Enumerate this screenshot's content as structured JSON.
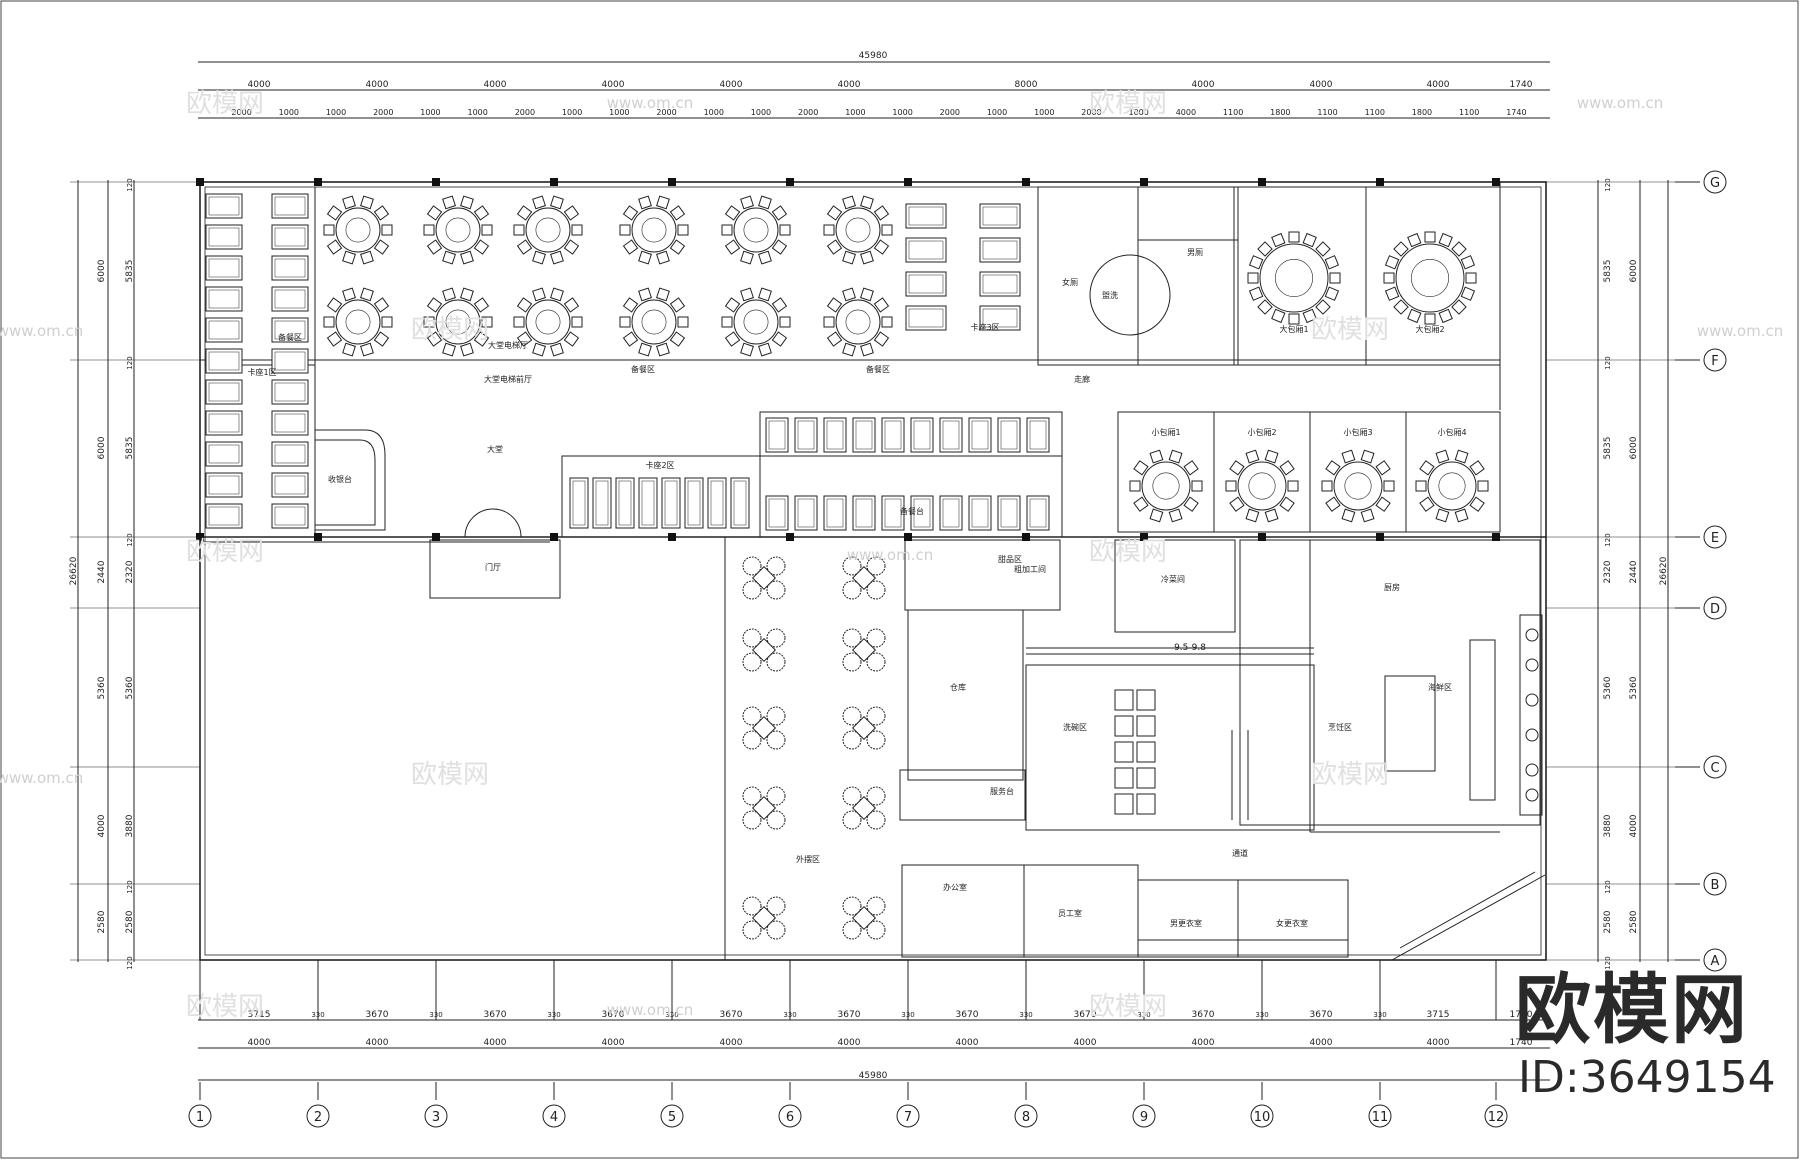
{
  "dimensions": {
    "total": "45980",
    "top_bays": [
      "4000",
      "4000",
      "4000",
      "4000",
      "4000",
      "4000",
      "8000",
      "4000",
      "4000",
      "4000",
      "1740"
    ],
    "top_sub": [
      "2000",
      "1000",
      "1000",
      "2000",
      "1000",
      "1000",
      "2000",
      "1000",
      "1000",
      "2000",
      "1000",
      "1000",
      "2000",
      "1000",
      "1000",
      "2000",
      "1000",
      "1000",
      "2000",
      "1000",
      "4000",
      "1100",
      "1800",
      "1100",
      "1100",
      "1800",
      "1100",
      "1740"
    ],
    "bottom_net": [
      "3715",
      "3670",
      "3670",
      "3670",
      "3670",
      "3670",
      "3670",
      "3670",
      "3670",
      "3670",
      "3715",
      "1740"
    ],
    "bottom_bays": [
      "4000",
      "4000",
      "4000",
      "4000",
      "4000",
      "4000",
      "4000",
      "4000",
      "4000",
      "4000",
      "4000",
      "1740"
    ],
    "wall": "330",
    "left_outer": [
      "6000",
      "6000",
      "2440",
      "5360",
      "4000",
      "2580"
    ],
    "left_inner": [
      "5835",
      "5835",
      "2320",
      "5360",
      "3880",
      "2580"
    ],
    "left_total": "26620",
    "right_outer": [
      "6000",
      "6000",
      "2440",
      "5360",
      "4000",
      "2580"
    ],
    "right_inner": [
      "5835",
      "5835",
      "2320",
      "5360",
      "3880",
      "2580"
    ],
    "right_total": "26620",
    "edge": "120",
    "elevation_note": "9.5-9.8"
  },
  "axes": {
    "numbers": [
      "1",
      "2",
      "3",
      "4",
      "5",
      "6",
      "7",
      "8",
      "9",
      "10",
      "11",
      "12"
    ],
    "letters": [
      "G",
      "F",
      "E",
      "D",
      "C",
      "B",
      "A"
    ]
  },
  "rooms": {
    "booth_area": "卡座1区",
    "booth_area_2": "卡座2区",
    "banquet_hall": "大堂",
    "lobby_elev_hall": "大堂电梯厅",
    "lobby_hall": "大堂电梯前厅",
    "service_1": "备餐区",
    "service_2": "备餐区",
    "service_3": "备餐区",
    "service_4": "备餐台",
    "booth_area_3": "卡座3区",
    "ladies": "女厕",
    "mens": "男厕",
    "washroom": "盥洗",
    "corridor": "走廊",
    "vip_room_1": "大包厢1",
    "vip_room_2": "大包厢2",
    "small_room_1": "小包厢1",
    "small_room_2": "小包厢2",
    "small_room_3": "小包厢3",
    "small_room_4": "小包厢4",
    "cashier": "收银台",
    "entrance": "门厅",
    "dessert_area": "甜品区",
    "cold_room": "冷菜间",
    "prep_room": "粗加工间",
    "storage": "仓库",
    "dish_area": "洗碗区",
    "hot_kitchen": "厨房",
    "cook_area": "烹饪区",
    "seafood_area": "海鲜区",
    "office": "办公室",
    "staff_room": "员工室",
    "locker_m": "男更衣室",
    "locker_f": "女更衣室",
    "outdoor_area": "外摆区",
    "service_desk": "服务台",
    "pass_area": "通道"
  },
  "watermark": {
    "logo_text": "欧模网",
    "id_text": "ID:3649154",
    "url": "www.om.cn"
  }
}
